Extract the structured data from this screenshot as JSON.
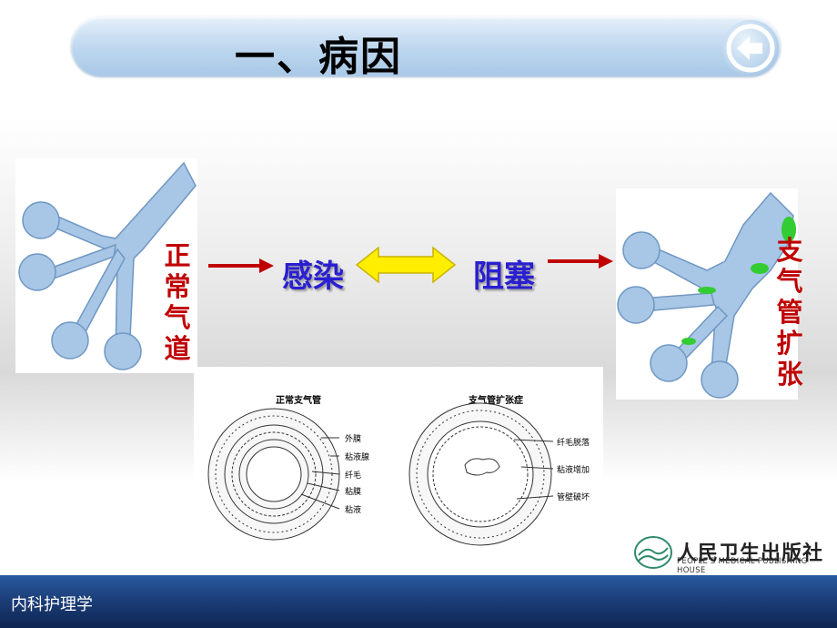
{
  "title": "一、病因",
  "left_panel": {
    "label_chars": [
      "正",
      "常",
      "气",
      "道"
    ]
  },
  "right_panel": {
    "label_chars": [
      "支",
      "气",
      "管",
      "扩",
      "张"
    ]
  },
  "flow": {
    "infection": "感染",
    "obstruction": "阻塞"
  },
  "diagram": {
    "normal_title": "正常支气管",
    "normal_labels": [
      "外膜",
      "粘液腺",
      "纤毛",
      "粘膜",
      "粘液"
    ],
    "abnormal_title": "支气管扩张症",
    "abnormal_labels": [
      "纤毛脱落",
      "粘液增加",
      "管壁破坏"
    ]
  },
  "publisher": {
    "cn": "人民卫生出版社",
    "en": "PEOPLE'S MEDICAL PUBLISHING HOUSE"
  },
  "footer": {
    "course": "内科护理学"
  },
  "colors": {
    "accent_red": "#c00000",
    "accent_blue": "#2a1fd0",
    "airway_blue": "#a8c6e6",
    "footer_blue": "#1c3f7a"
  },
  "icons": {
    "back": "back-arrow-icon",
    "double_arrow": "double-arrow-icon"
  }
}
